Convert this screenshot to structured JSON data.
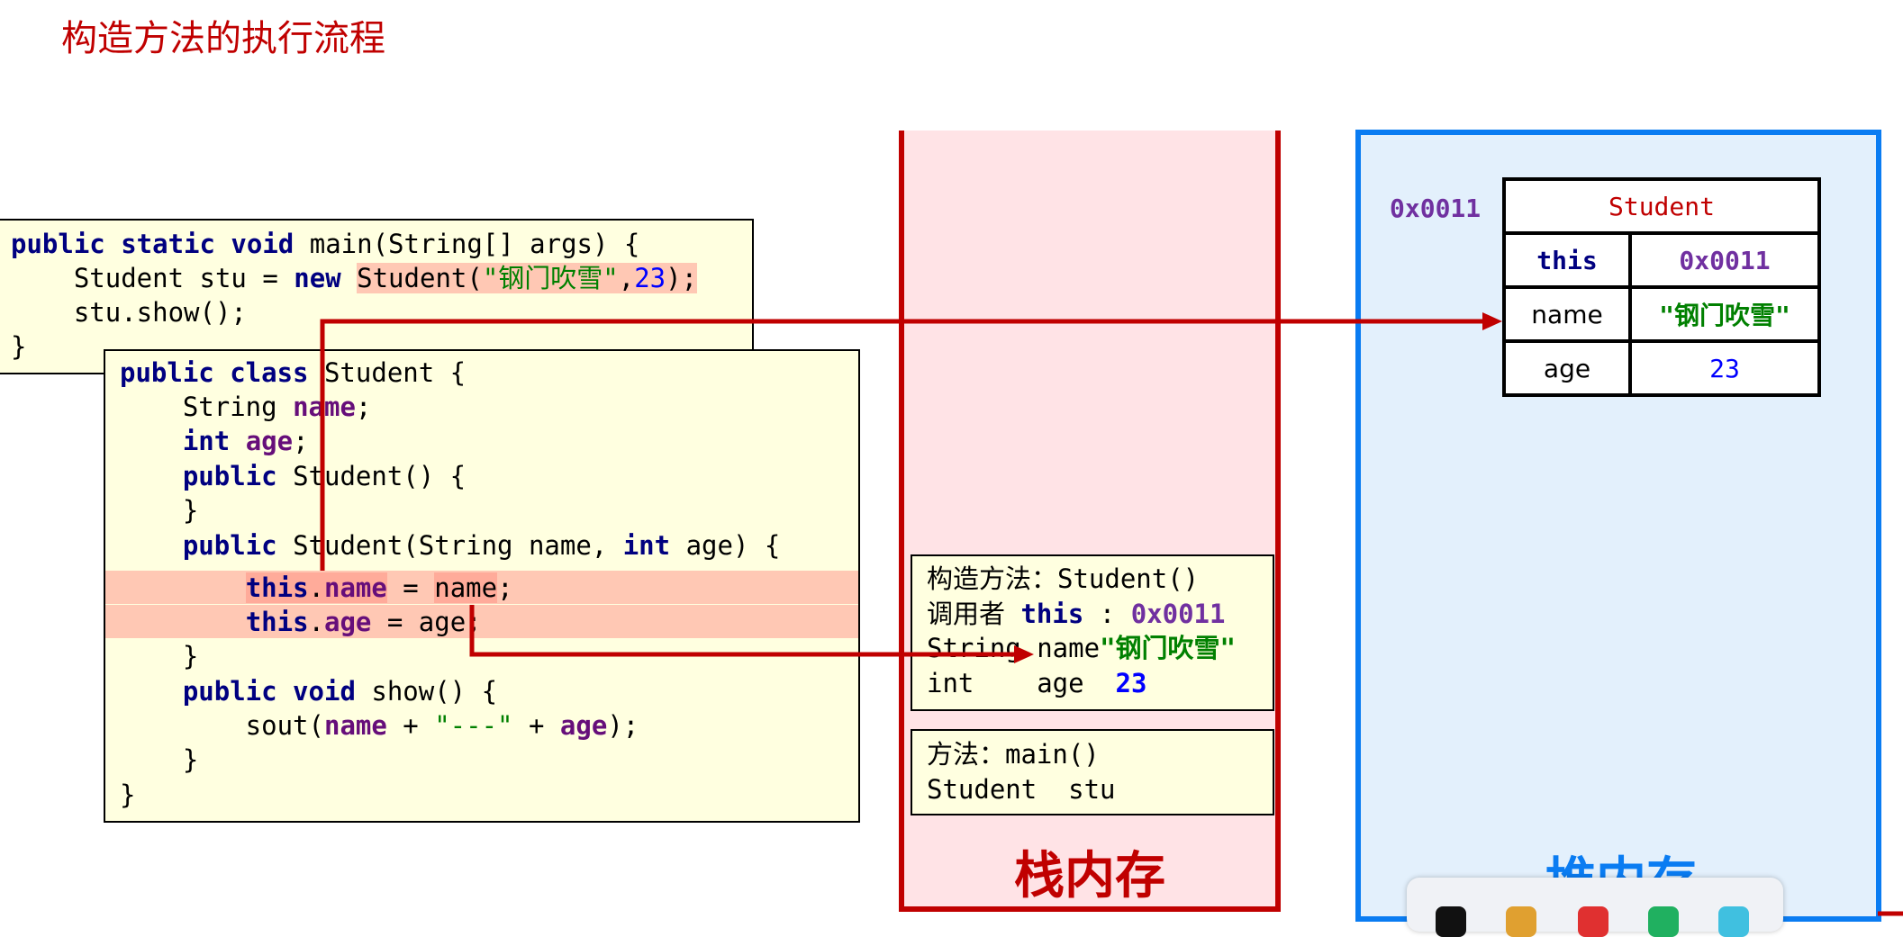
{
  "title": "构造方法的执行流程",
  "main_code": {
    "line1": {
      "kw": "public static void",
      "rest": " main(String[] args) {"
    },
    "line2": {
      "indent": "    Student stu = ",
      "kw": "new",
      "space": " ",
      "call_open": "Student(",
      "str": "\"钢门吹雪\"",
      "comma": ",",
      "num": "23",
      "close": ");"
    },
    "line3": "    stu.show();",
    "line4": "}"
  },
  "class_code": {
    "l1": {
      "kw": "public class",
      "rest": " Student {"
    },
    "l2": {
      "indent": "    String ",
      "fld": "name",
      "end": ";"
    },
    "l3": {
      "indent": "    ",
      "kw": "int",
      "sp": " ",
      "fld": "age",
      "end": ";"
    },
    "l4": {
      "indent": "    ",
      "kw": "public",
      "rest": " Student() {"
    },
    "l5": "    }",
    "l6": {
      "indent": "    ",
      "kw": "public",
      "mid": " Student(String name, ",
      "kw2": "int",
      "rest": " age) {"
    },
    "l7": {
      "indent": "        ",
      "kw": "this",
      "dot": ".",
      "fld": "name",
      "eq": " = ",
      "param": "name",
      "end": ";"
    },
    "l8": {
      "indent": "        ",
      "kw": "this",
      "dot": ".",
      "fld": "age",
      "eq": " = age;"
    },
    "l9": "    }",
    "l10": {
      "indent": "    ",
      "kw": "public void",
      "rest": " show() {"
    },
    "l11": {
      "indent": "        sout(",
      "fld": "name",
      "plus": " + ",
      "str": "\"---\"",
      "plus2": " + ",
      "fld2": "age",
      "end": ");"
    },
    "l12": "    }",
    "l13": "}"
  },
  "stack": {
    "label": "栈内存",
    "constructor_frame": {
      "line1": "构造方法：Student()",
      "line2_prefix": "调用者 ",
      "line2_kw": "this",
      "line2_sep": " : ",
      "line2_addr": "0x0011",
      "line3_type": "String name",
      "line3_val": "\"钢门吹雪\"",
      "line4_type": "int    age  ",
      "line4_val": "23"
    },
    "main_frame": {
      "line1": "方法：main()",
      "line2": "Student  stu"
    }
  },
  "heap": {
    "label": "堆内存",
    "address": "0x0011",
    "object": {
      "class_name": "Student",
      "rows": [
        {
          "field": "this",
          "value": "0x0011"
        },
        {
          "field": "name",
          "value": "\"钢门吹雪\""
        },
        {
          "field": "age",
          "value": "23"
        }
      ]
    }
  },
  "colors": {
    "title": "#c00000",
    "arrow": "#c00000",
    "stack_fill": "#ffe3e6",
    "heap_border": "#0a7cf2",
    "heap_fill": "#e3f0fc",
    "code_bg": "#ffffe0",
    "highlight": "#ffc8b4"
  }
}
